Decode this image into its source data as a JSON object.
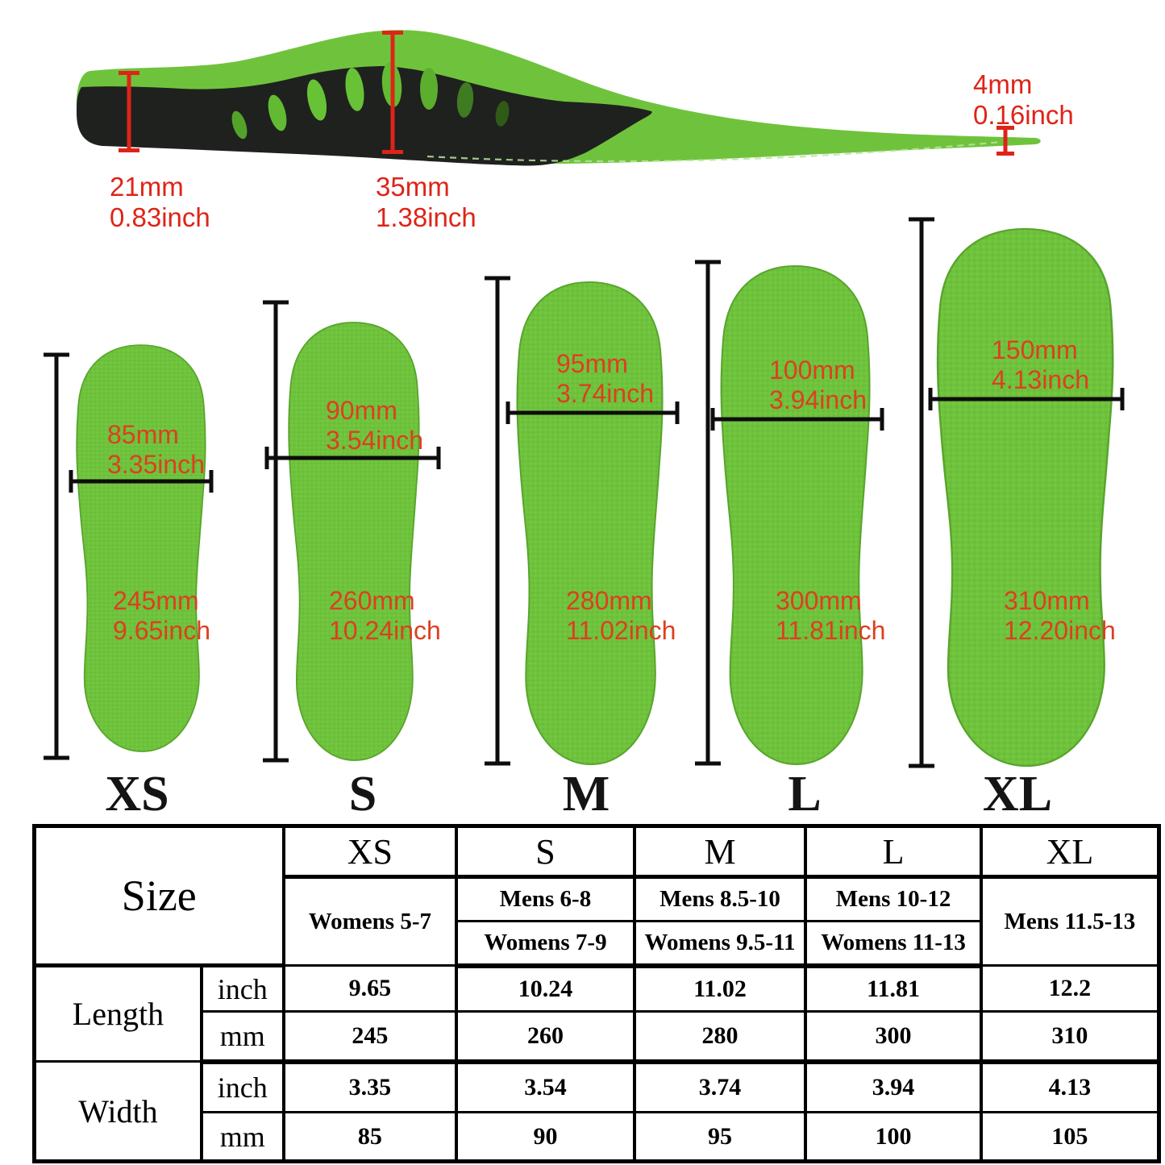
{
  "colors": {
    "green": "#6fc33c",
    "green_dot": "#65b836",
    "green_dot_light": "#79ca46",
    "green_edge": "#58a52c",
    "black_body": "#1f211f",
    "red": "#de2418",
    "red_orange": "#dd3f20",
    "line_black": "#0d0d0d"
  },
  "side_view": {
    "measurements": [
      {
        "mm": "21mm",
        "inch": "0.83inch"
      },
      {
        "mm": "35mm",
        "inch": "1.38inch"
      },
      {
        "mm": "4mm",
        "inch": "0.16inch"
      }
    ]
  },
  "insoles": [
    {
      "label": "XS",
      "width_mm": "85mm",
      "width_inch": "3.35inch",
      "length_mm": "245mm",
      "length_inch": "9.65inch"
    },
    {
      "label": "S",
      "width_mm": "90mm",
      "width_inch": "3.54inch",
      "length_mm": "260mm",
      "length_inch": "10.24inch"
    },
    {
      "label": "M",
      "width_mm": "95mm",
      "width_inch": "3.74inch",
      "length_mm": "280mm",
      "length_inch": "11.02inch"
    },
    {
      "label": "L",
      "width_mm": "100mm",
      "width_inch": "3.94inch",
      "length_mm": "300mm",
      "length_inch": "11.81inch"
    },
    {
      "label": "XL",
      "width_mm": "150mm",
      "width_inch": "4.13inch",
      "length_mm": "310mm",
      "length_inch": "12.20inch"
    }
  ],
  "table": {
    "size_label": "Size",
    "length_label": "Length",
    "width_label": "Width",
    "inch_label": "inch",
    "mm_label": "mm",
    "columns": [
      {
        "size": "XS",
        "fit_top": "Womens 5-7",
        "fit_bottom": "",
        "length_inch": "9.65",
        "length_mm": "245",
        "width_inch": "3.35",
        "width_mm": "85"
      },
      {
        "size": "S",
        "fit_top": "Mens 6-8",
        "fit_bottom": "Womens 7-9",
        "length_inch": "10.24",
        "length_mm": "260",
        "width_inch": "3.54",
        "width_mm": "90"
      },
      {
        "size": "M",
        "fit_top": "Mens 8.5-10",
        "fit_bottom": "Womens 9.5-11",
        "length_inch": "11.02",
        "length_mm": "280",
        "width_inch": "3.74",
        "width_mm": "95"
      },
      {
        "size": "L",
        "fit_top": "Mens 10-12",
        "fit_bottom": "Womens 11-13",
        "length_inch": "11.81",
        "length_mm": "300",
        "width_inch": "3.94",
        "width_mm": "100"
      },
      {
        "size": "XL",
        "fit_top": "Mens 11.5-13",
        "fit_bottom": "",
        "length_inch": "12.2",
        "length_mm": "310",
        "width_inch": "4.13",
        "width_mm": "105"
      }
    ]
  }
}
